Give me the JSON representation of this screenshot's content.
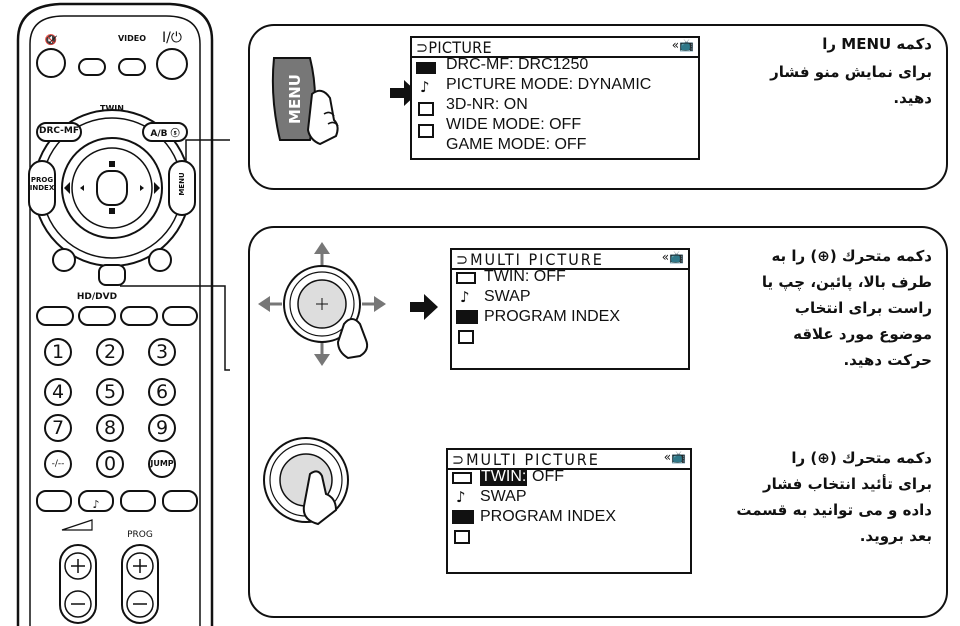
{
  "remote": {
    "mute_label": "🔇̸",
    "video_label": "VIDEO",
    "power_label": "I/⏻",
    "drc_label": "DRC-MF",
    "ab_label": "A/B ⓢ",
    "twin_label": "TWIN",
    "prog_label": "PROG",
    "prog_index_label": "PROG INDEX",
    "menu_label": "MENU",
    "hddvd_label": "HD/DVD",
    "numbers": [
      "1",
      "2",
      "3",
      "4",
      "5",
      "6",
      "7",
      "8",
      "9",
      "-/--",
      "0",
      "JUMP"
    ],
    "prog_small": "PROG"
  },
  "step1": {
    "menu_button_label": "MENU",
    "osd_title": "⊃PICTURE",
    "osd_lines": [
      "DRC-MF: DRC1250",
      "PICTURE MODE: DYNAMIC",
      "3D-NR: ON",
      "WIDE MODE: OFF",
      "GAME MODE: OFF"
    ],
    "instruction": [
      "دکمه MENU را",
      "برای نمایش منو فشار",
      "دهید."
    ]
  },
  "step2": {
    "osd_title": "⊃MULTI PICTURE",
    "osd_lines": [
      "TWIN: OFF",
      "SWAP",
      "PROGRAM INDEX"
    ],
    "instruction": [
      "دکمه متحرك (⊕) را به",
      "طرف بالا، پائین، چپ یا",
      "راست برای انتخاب",
      "موضوع مورد علاقه",
      "حرکت دهید."
    ]
  },
  "step3": {
    "osd_title": "⊃MULTI PICTURE",
    "osd_lines": [
      "TWIN:",
      "OFF",
      "SWAP",
      "PROGRAM INDEX"
    ],
    "instruction": [
      "دکمه متحرك (⊕) را",
      "برای تأئید انتخاب فشار",
      "داده و می توانید به قسمت",
      "بعد بروید."
    ]
  },
  "colors": {
    "ink": "#111111",
    "paper": "#ffffff"
  }
}
